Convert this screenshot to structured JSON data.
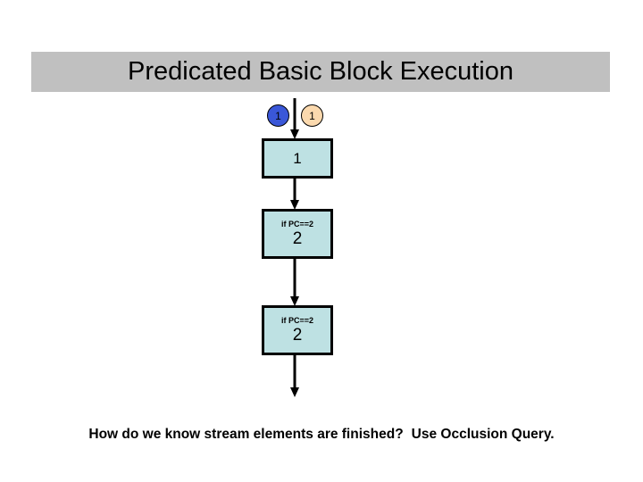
{
  "slide": {
    "title": "Predicated Basic Block Execution",
    "title_band_color": "#c0c0c0",
    "background_color": "#ffffff"
  },
  "diagram": {
    "tokens": [
      {
        "label": "1",
        "color": "#3a57d8",
        "name": "blue"
      },
      {
        "label": "1",
        "color": "#fbd9ae",
        "name": "peach"
      }
    ],
    "box_fill_color": "#bee1e3",
    "box_border_color": "#000000",
    "blocks": [
      {
        "predicate": "",
        "number": "1"
      },
      {
        "predicate": "if PC==2",
        "number": "2"
      },
      {
        "predicate": "if PC==2",
        "number": "2"
      }
    ],
    "arrow_count": 4
  },
  "footer": {
    "question": "How do we know stream elements are finished?",
    "answer": "Use Occlusion Query."
  }
}
